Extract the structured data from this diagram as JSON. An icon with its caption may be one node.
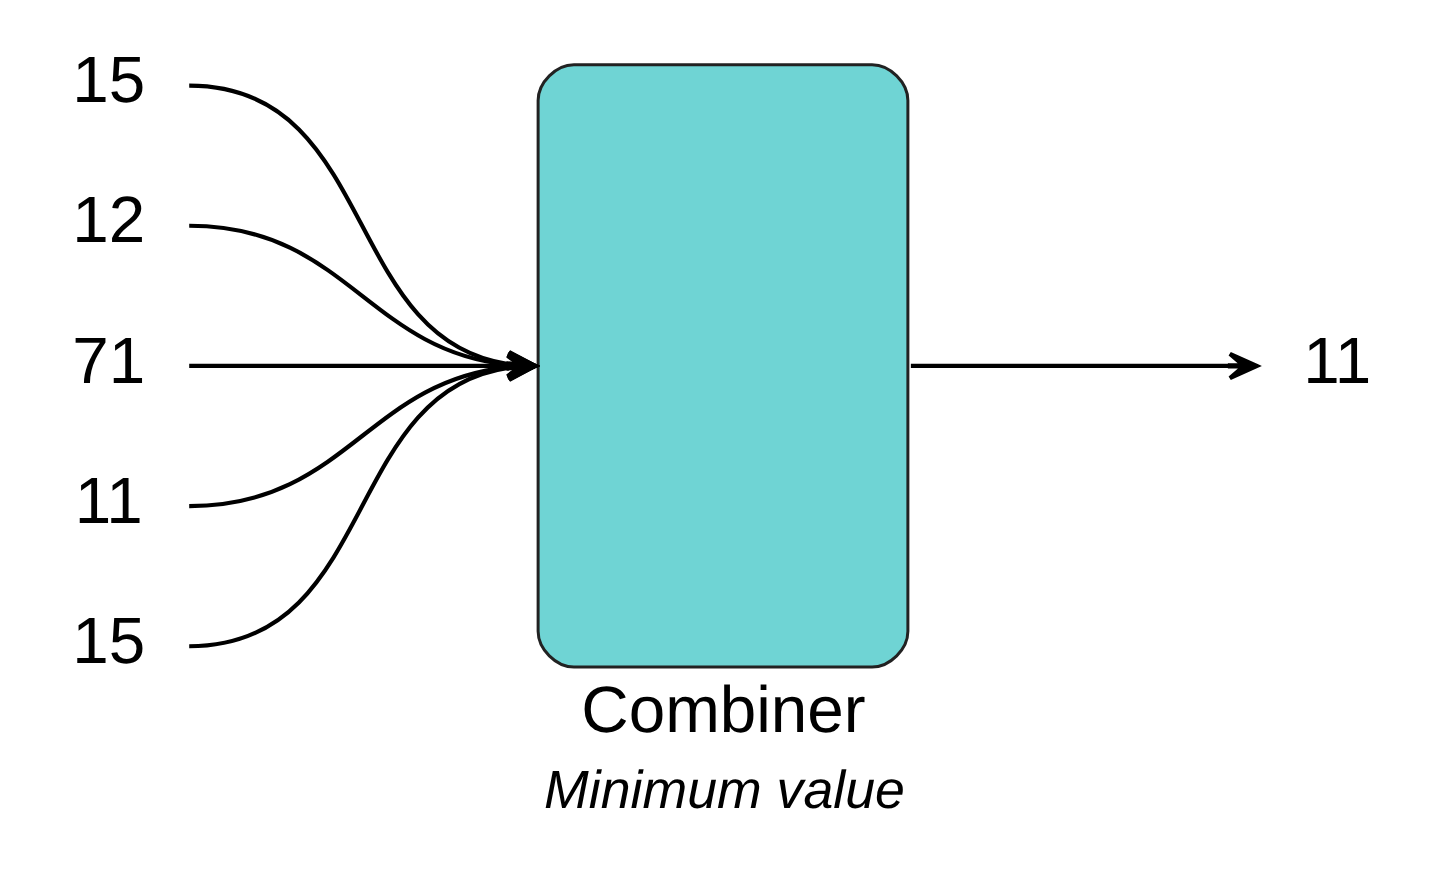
{
  "diagram": {
    "nodes": [
      {
        "text": [
          "15"
        ]
      },
      {
        "text": [
          "12"
        ]
      },
      {
        "text": [
          "71"
        ]
      },
      {
        "text": [
          "11"
        ]
      },
      {
        "text": [
          "15"
        ]
      },
      {
        "text": [
          "Combiner",
          "Minimum value"
        ]
      },
      {
        "text": [
          "11"
        ]
      }
    ],
    "edges": [
      {
        "from": 0,
        "to": 5,
        "arrow": "to"
      },
      {
        "from": 1,
        "to": 5,
        "arrow": "to"
      },
      {
        "from": 2,
        "to": 5,
        "arrow": "to"
      },
      {
        "from": 3,
        "to": 5,
        "arrow": "to"
      },
      {
        "from": 4,
        "to": 5,
        "arrow": "to"
      },
      {
        "from": 5,
        "to": 6,
        "arrow": "to"
      }
    ]
  }
}
